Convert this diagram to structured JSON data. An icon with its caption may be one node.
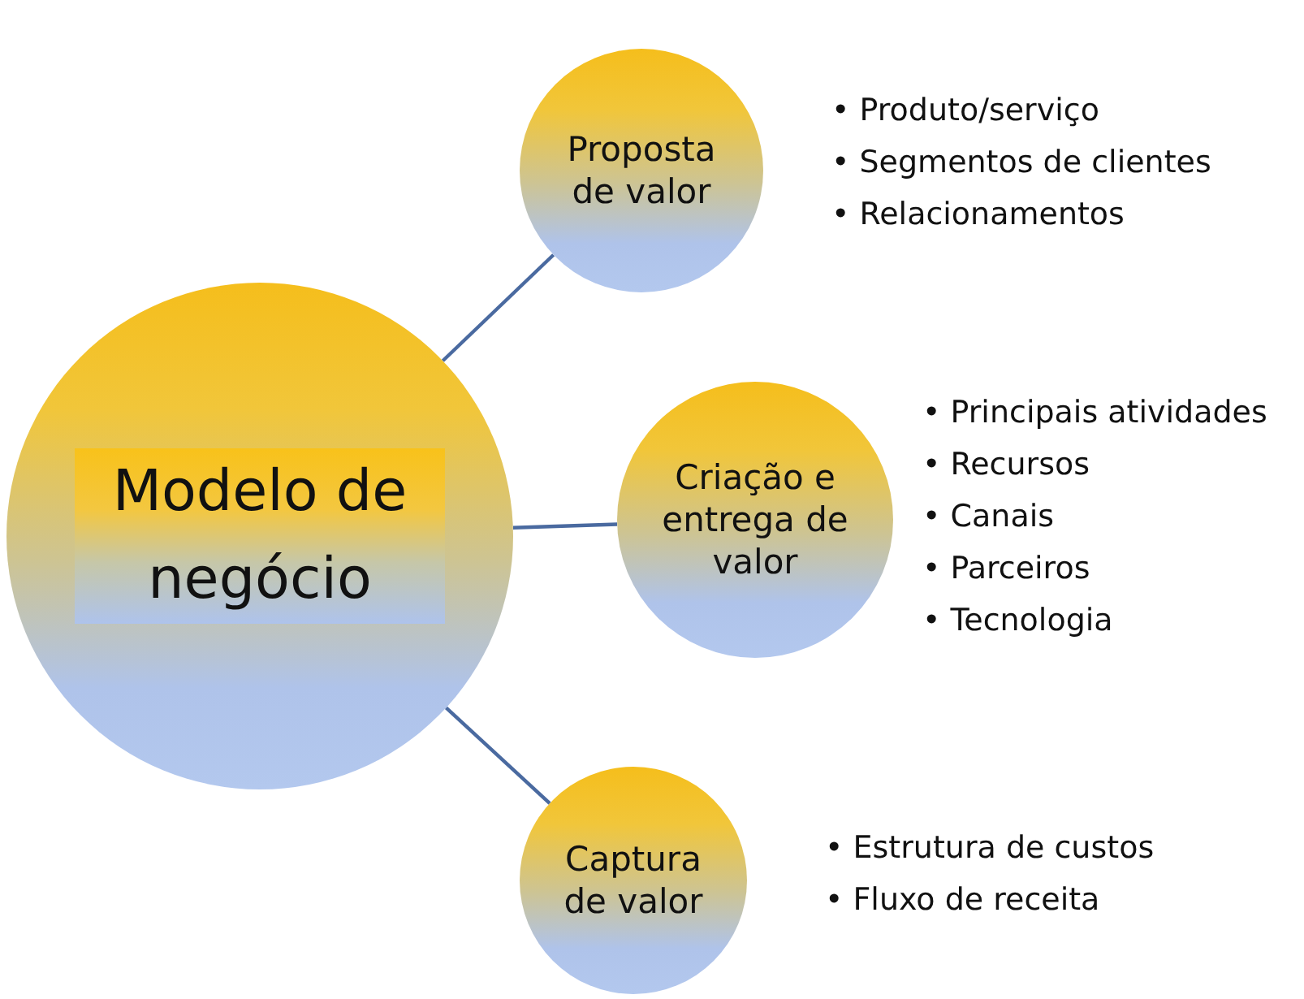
{
  "diagram": {
    "nodes": [
      {
        "text": [
          "Modelo de negócio"
        ]
      },
      {
        "text": [
          "Proposta de valor"
        ],
        "beside": [
          "• Produto/serviço",
          "• Segmentos de clientes",
          "• Relacionamentos"
        ]
      },
      {
        "text": [
          "Criação e entrega de valor"
        ],
        "beside": [
          "• Principais atividades",
          "• Recursos",
          "• Canais",
          "• Parceiros",
          "• Tecnologia"
        ]
      },
      {
        "text": [
          "Captura de valor"
        ],
        "beside": [
          "• Estrutura de custos",
          "• Fluxo de receita"
        ]
      }
    ],
    "edges": [
      {
        "from": 0,
        "to": 1,
        "arrow": "none"
      },
      {
        "from": 0,
        "to": 2,
        "arrow": "none"
      },
      {
        "from": 0,
        "to": 3,
        "arrow": "none"
      }
    ]
  }
}
